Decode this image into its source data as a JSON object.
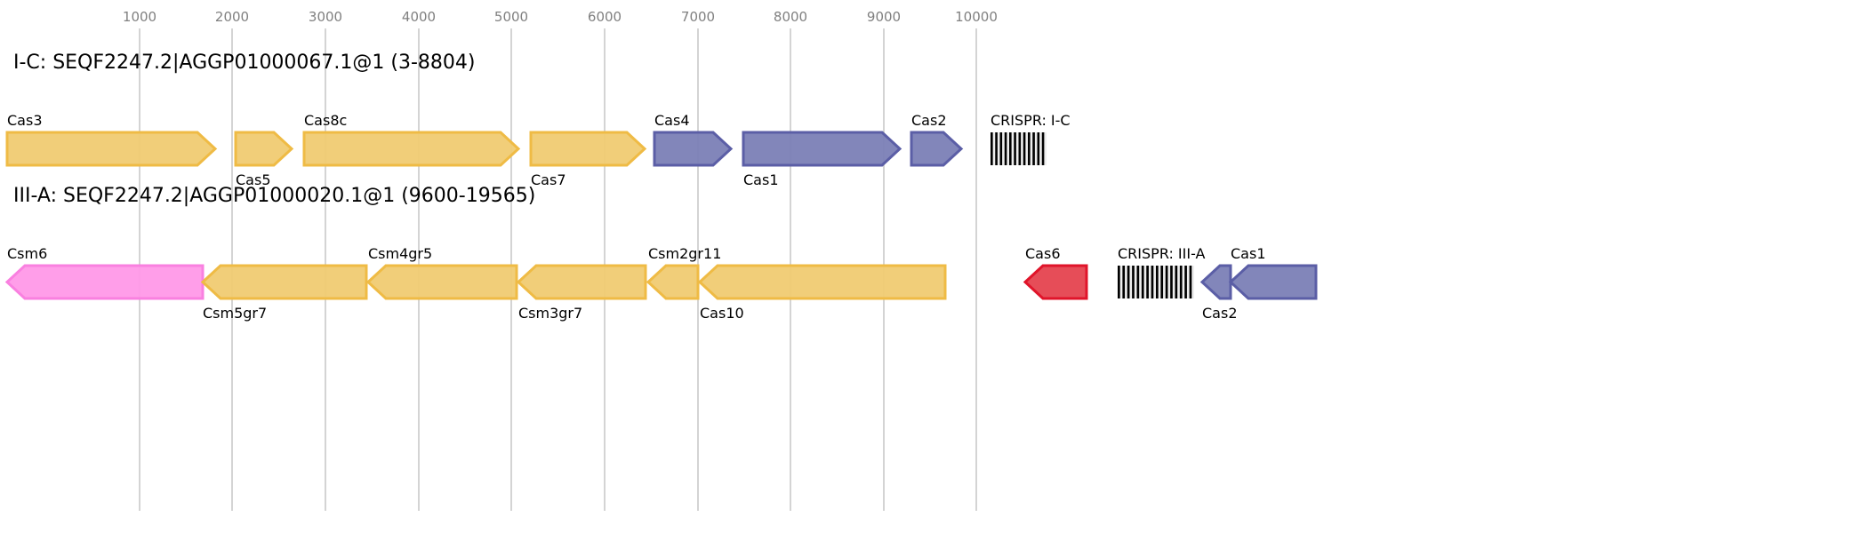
{
  "axis": {
    "ticks": [
      "1000",
      "2000",
      "3000",
      "4000",
      "5000",
      "6000",
      "7000",
      "8000",
      "9000",
      "10000"
    ]
  },
  "colors": {
    "yellow": {
      "fill": "#f0cb72",
      "stroke": "#efbb45"
    },
    "blue": {
      "fill": "#7b7fb6",
      "stroke": "#5b5ea6"
    },
    "red": {
      "fill": "#e5434f",
      "stroke": "#e0142a"
    },
    "pink": {
      "fill": "#ff99e8",
      "stroke": "#f980e0"
    }
  },
  "tracks": [
    {
      "title": "I-C: SEQF2247.2|AGGP01000067.1@1 (3-8804)",
      "genes": [
        {
          "label": "Cas3",
          "strand": "+",
          "color": "yellow",
          "label_pos": "above"
        },
        {
          "label": "Cas5",
          "strand": "+",
          "color": "yellow",
          "label_pos": "below"
        },
        {
          "label": "Cas8c",
          "strand": "+",
          "color": "yellow",
          "label_pos": "above"
        },
        {
          "label": "Cas7",
          "strand": "+",
          "color": "yellow",
          "label_pos": "below"
        },
        {
          "label": "Cas4",
          "strand": "+",
          "color": "blue",
          "label_pos": "above"
        },
        {
          "label": "Cas1",
          "strand": "+",
          "color": "blue",
          "label_pos": "below"
        },
        {
          "label": "Cas2",
          "strand": "+",
          "color": "blue",
          "label_pos": "above"
        }
      ],
      "crispr": {
        "label": "CRISPR: I-C",
        "repeats": 12
      }
    },
    {
      "title": "III-A: SEQF2247.2|AGGP01000020.1@1 (9600-19565)",
      "genes": [
        {
          "label": "Csm6",
          "strand": "-",
          "color": "pink",
          "label_pos": "above"
        },
        {
          "label": "Csm5gr7",
          "strand": "-",
          "color": "yellow",
          "label_pos": "below"
        },
        {
          "label": "Csm4gr5",
          "strand": "-",
          "color": "yellow",
          "label_pos": "above"
        },
        {
          "label": "Csm3gr7",
          "strand": "-",
          "color": "yellow",
          "label_pos": "below"
        },
        {
          "label": "Csm2gr11",
          "strand": "-",
          "color": "yellow",
          "label_pos": "above"
        },
        {
          "label": "Cas10",
          "strand": "-",
          "color": "yellow",
          "label_pos": "below"
        },
        {
          "label": "Cas6",
          "strand": "-",
          "color": "red",
          "label_pos": "above"
        },
        {
          "label": "Cas2",
          "strand": "-",
          "color": "blue",
          "label_pos": "below"
        },
        {
          "label": "Cas1",
          "strand": "-",
          "color": "blue",
          "label_pos": "above"
        }
      ],
      "crispr": {
        "label": "CRISPR: III-A",
        "repeats": 16
      }
    }
  ]
}
